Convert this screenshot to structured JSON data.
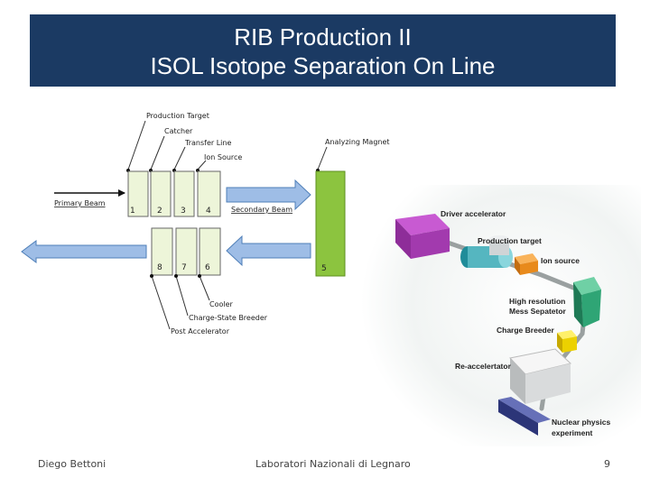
{
  "title": {
    "line1": "RIB Production II",
    "line2": "ISOL Isotope Separation On Line"
  },
  "schematic": {
    "labels": {
      "production_target": "Production Target",
      "catcher": "Catcher",
      "transfer_line": "Transfer Line",
      "ion_source": "Ion Source",
      "analyzing_magnet": "Analyzing Magnet",
      "primary_beam": "Primary Beam",
      "secondary_beam": "Secondary Beam",
      "cooler": "Cooler",
      "charge_state_breeder": "Charge-State Breeder",
      "post_accelerator": "Post Accelerator"
    },
    "boxes": {
      "b1": "1",
      "b2": "2",
      "b3": "3",
      "b4": "4",
      "b5": "5",
      "b6": "6",
      "b7": "7",
      "b8": "8"
    },
    "colors": {
      "stage_fill": "#edf5d9",
      "magnet_fill": "#8cc43f",
      "arrow_fill": "#9ebde6",
      "arrow_stroke": "#4f7fb8"
    }
  },
  "render_3d": {
    "labels": {
      "driver_accelerator": "Driver accelerator",
      "production_target": "Production target",
      "ion_source": "Ion source",
      "high_resolution_line1": "High resolution",
      "high_resolution_line2": "Mess Sepatetor",
      "charge_breeder": "Charge Breeder",
      "re_accelerator": "Re-accelertator",
      "nuclear_physics_line1": "Nuclear physics",
      "nuclear_physics_line2": "experiment"
    }
  },
  "footer": {
    "author": "Diego Bettoni",
    "institution": "Laboratori Nazionali di Legnaro",
    "page": "9"
  }
}
